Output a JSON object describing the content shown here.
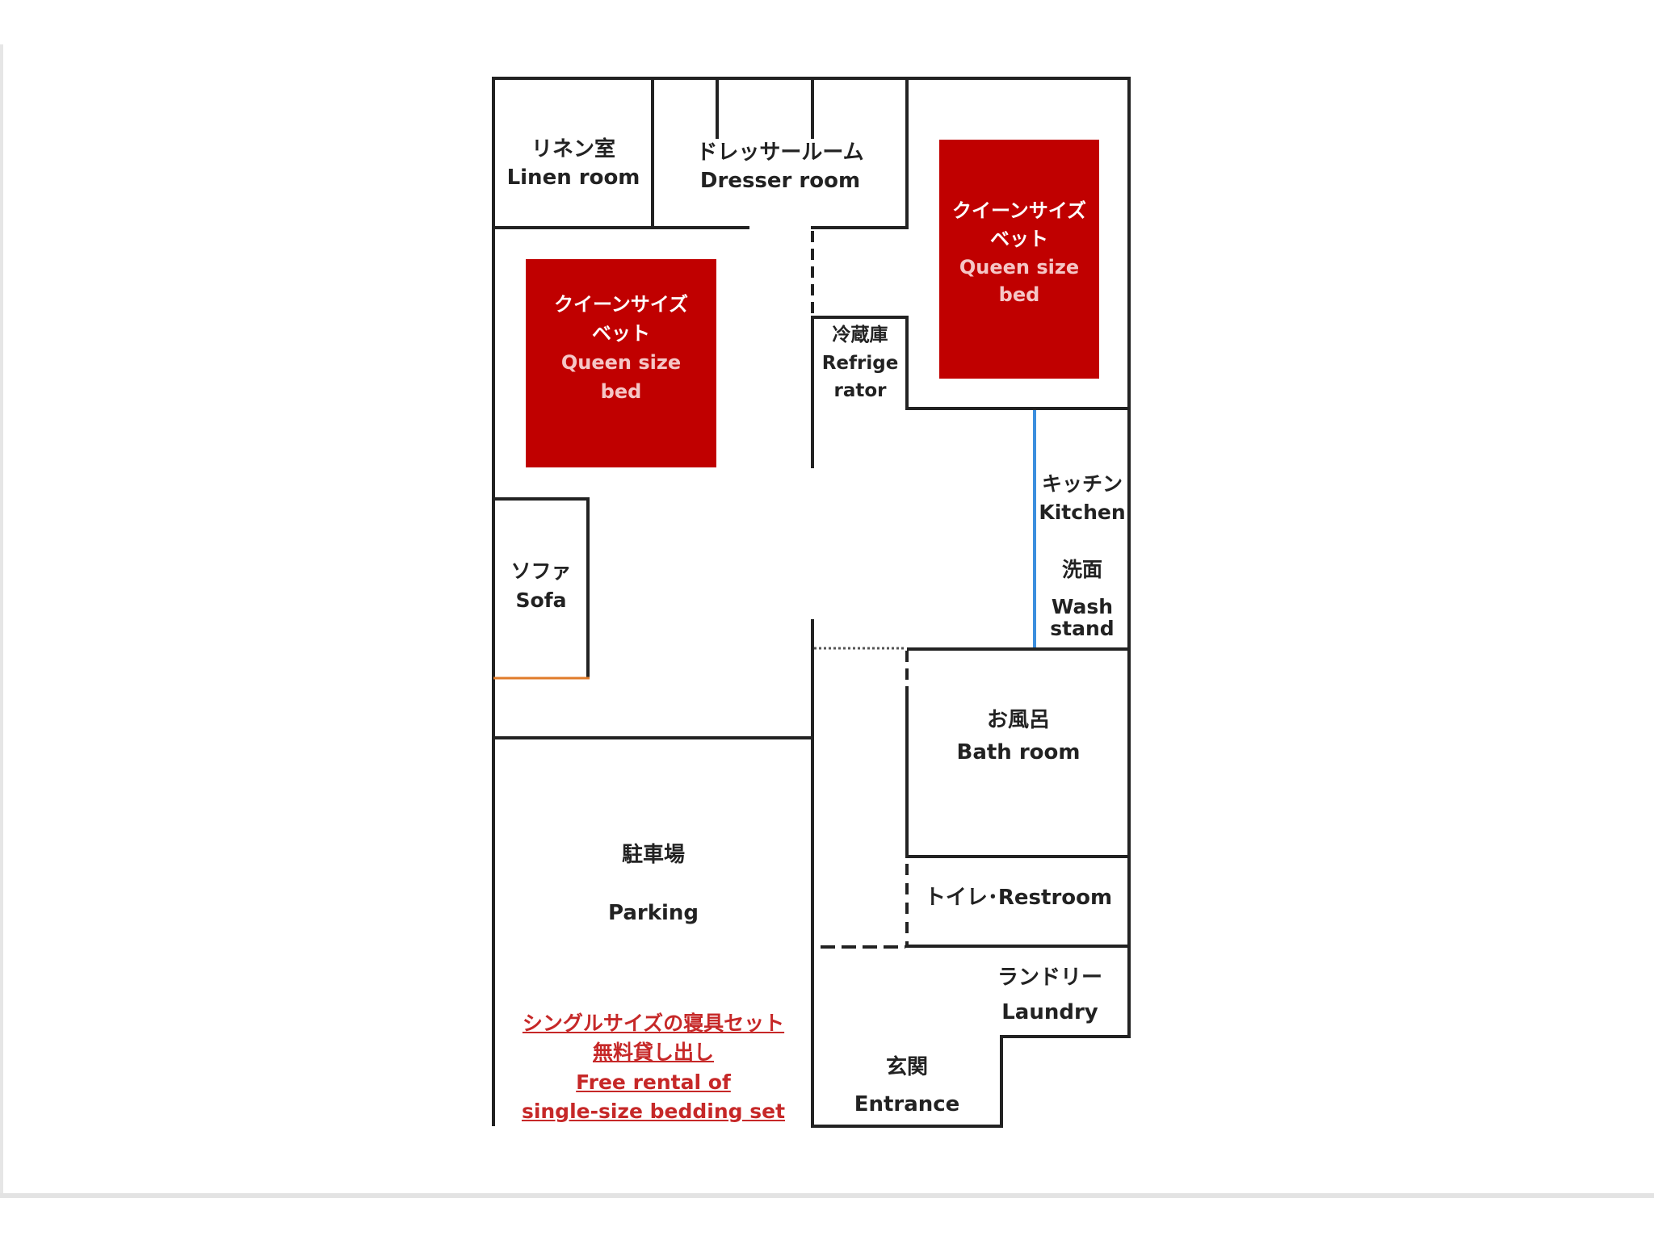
{
  "floor_plan": {
    "rooms": {
      "linen": {
        "ja": "リネン室",
        "en": "Linen room"
      },
      "dresser": {
        "ja": "ドレッサールーム",
        "en": "Dresser room"
      },
      "bed_right": {
        "ja_1": "クイーンサイズ",
        "ja_2": "ベット",
        "en_1": "Queen size",
        "en_2": "bed"
      },
      "bed_left": {
        "ja_1": "クイーンサイズ",
        "ja_2": "ベット",
        "en_1": "Queen size",
        "en_2": "bed"
      },
      "fridge": {
        "ja": "冷蔵庫",
        "en_1": "Refrige",
        "en_2": "rator"
      },
      "kitchen": {
        "ja": "キッチン",
        "en": "Kitchen"
      },
      "wash": {
        "ja": "洗面",
        "en_1": "Wash",
        "en_2": "stand"
      },
      "sofa": {
        "ja": "ソファ",
        "en": "Sofa"
      },
      "bath": {
        "ja": "お風呂",
        "en": "Bath room"
      },
      "restroom": {
        "label": "トイレ･Restroom"
      },
      "parking": {
        "ja": "駐車場",
        "en": "Parking"
      },
      "laundry": {
        "ja": "ランドリー",
        "en": "Laundry"
      },
      "entrance": {
        "ja": "玄関",
        "en": "Entrance"
      }
    },
    "note": {
      "line1": "シングルサイズの寝具セット",
      "line2": "無料貸し出し",
      "line3": "Free rental of",
      "line4": "single-size bedding set"
    },
    "colors": {
      "wall": "#222222",
      "bed": "#c00000",
      "note_text": "#c62828",
      "kitchen_line": "#3b8ede",
      "sofa_line": "#e07b2a"
    }
  }
}
